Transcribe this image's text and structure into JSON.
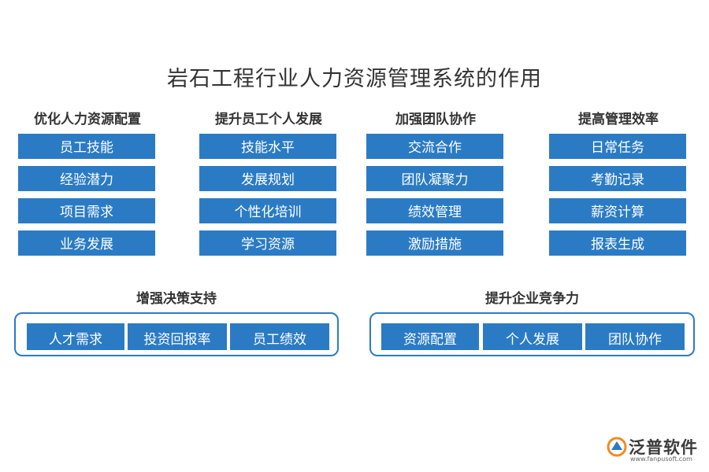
{
  "title": "岩石工程行业人力资源管理系统的作用",
  "columns": [
    {
      "heading": "优化人力资源配置",
      "items": [
        "员工技能",
        "经验潜力",
        "项目需求",
        "业务发展"
      ]
    },
    {
      "heading": "提升员工个人发展",
      "items": [
        "技能水平",
        "发展规划",
        "个性化培训",
        "学习资源"
      ]
    },
    {
      "heading": "加强团队协作",
      "items": [
        "交流合作",
        "团队凝聚力",
        "绩效管理",
        "激励措施"
      ]
    },
    {
      "heading": "提高管理效率",
      "items": [
        "日常任务",
        "考勤记录",
        "薪资计算",
        "报表生成"
      ]
    }
  ],
  "groups": [
    {
      "heading": "增强决策支持",
      "items": [
        "人才需求",
        "投资回报率",
        "员工绩效"
      ]
    },
    {
      "heading": "提升企业竞争力",
      "items": [
        "资源配置",
        "个人发展",
        "团队协作"
      ]
    }
  ],
  "logo": {
    "name": "泛普软件",
    "url": "www.fanpusoft.com"
  },
  "colors": {
    "accent": "#2b7bc4",
    "logo_orange": "#f08a24"
  }
}
